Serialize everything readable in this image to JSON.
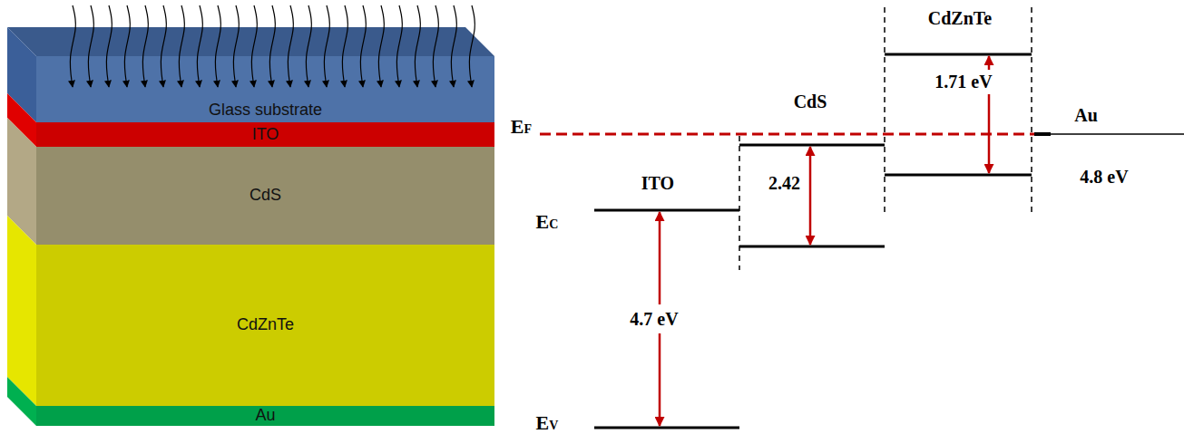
{
  "diagram": {
    "nodes": [
      {
        "text": [
          "Glass substrate"
        ]
      },
      {
        "text": [
          "ITO"
        ]
      },
      {
        "text": [
          "CdS"
        ]
      },
      {
        "text": [
          "CdZnTe"
        ]
      },
      {
        "text": [
          "Au"
        ]
      }
    ],
    "labels": [
      "EF",
      "EC",
      "EV",
      "ITO",
      "4.7 eV",
      "CdS",
      "2.42",
      "CdZnTe",
      "1.71 eV",
      "Au",
      "4.8 eV"
    ]
  }
}
